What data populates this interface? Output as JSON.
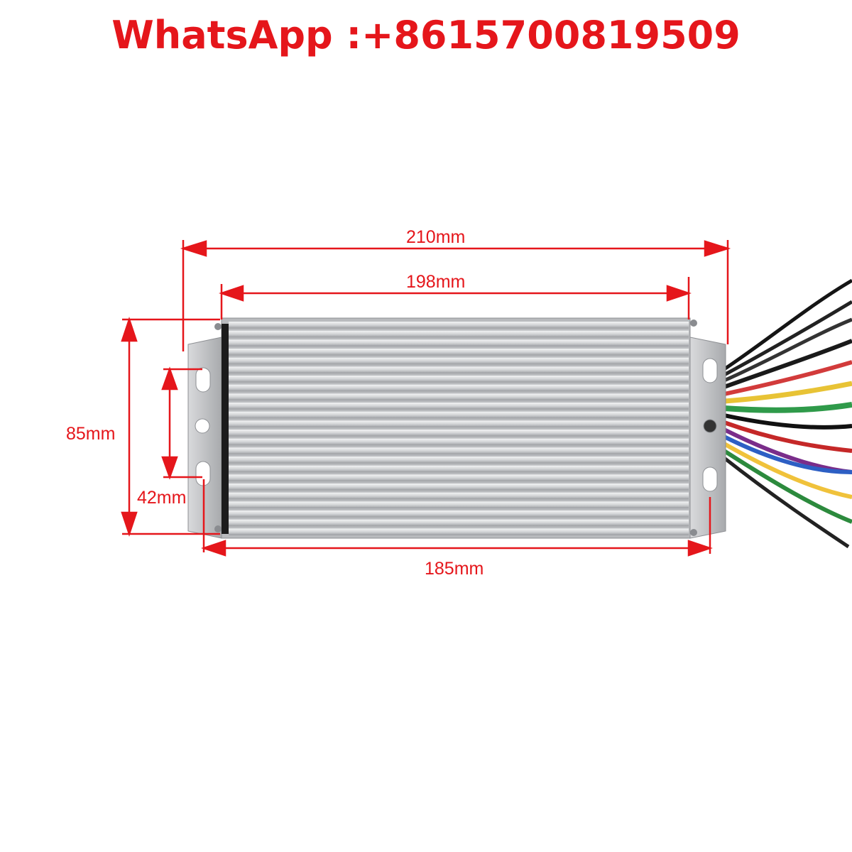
{
  "header": {
    "text": "WhatsApp :+8615700819509"
  },
  "dimensions": {
    "overall_length": "210mm",
    "body_length": "198mm",
    "mount_hole_spacing_length": "185mm",
    "height": "85mm",
    "mount_hole_spacing_height": "42mm"
  },
  "colors": {
    "accent": "#e5161b",
    "heatsink": "#c7c9cc",
    "bracket": "#b9bbbe"
  }
}
